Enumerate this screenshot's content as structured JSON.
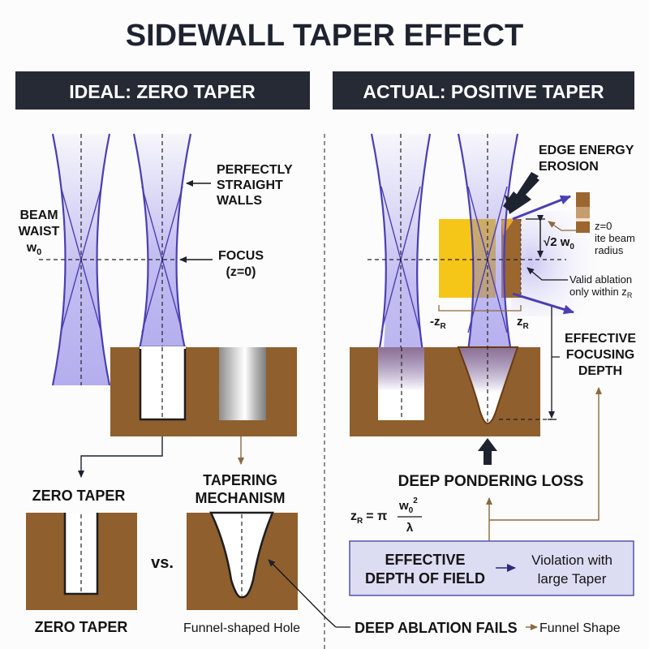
{
  "title": "SIDEWALL TAPER EFFECT",
  "colors": {
    "header_bg": "#252a35",
    "header_text": "#ffffff",
    "material": "#8f5f2e",
    "beam": "#4b3fb3",
    "beam_fill": "#8a80e6",
    "yellow": "#f5c518",
    "box_bg": "#dcdcf3",
    "box_border": "#5555aa",
    "brown_arrow": "#8a6a3f",
    "dark_arrow": "#252a35"
  },
  "left_panel": {
    "header": "IDEAL: ZERO TAPER",
    "beam_waist_label": [
      "BEAM",
      "WAIST"
    ],
    "w0_label": "w",
    "w0_sub": "0",
    "walls_label": [
      "PERFECTLY",
      "STRAIGHT",
      "WALLS"
    ],
    "focus_label": [
      "FOCUS",
      "(z=0)"
    ],
    "zero_taper_heading": "ZERO TAPER",
    "tapering_heading": [
      "TAPERING",
      "MECHANISM"
    ],
    "vs_label": "vs.",
    "zero_taper_caption": "ZERO TAPER",
    "funnel_caption": "Funnel-shaped Hole"
  },
  "right_panel": {
    "header": "ACTUAL: POSITIVE TAPER",
    "edge_energy_label": [
      "EDGE ENERGY",
      "EROSION"
    ],
    "sqrt_label": "√2 w",
    "sqrt_sub": "0",
    "z0_label": [
      "z=0",
      "ite beam",
      "radius"
    ],
    "valid_ablation_label": [
      "Valid ablation",
      "only within z"
    ],
    "valid_ablation_sub": "R",
    "neg_zr_label": "-z",
    "zr_label": "z",
    "zr_sub": "R",
    "effective_focusing_label": [
      "EFFECTIVE",
      "FOCUSING",
      "DEPTH"
    ],
    "deep_pondering_label": "DEEP PONDERING LOSS",
    "formula": {
      "lhs": "z",
      "lhs_sub": "R",
      "eq": "= π",
      "num": "w",
      "num_sub": "0",
      "num_sup": "2",
      "den": "λ"
    },
    "dof_box": {
      "left": [
        "EFFECTIVE",
        "DEPTH OF FIELD"
      ],
      "right": [
        "Violation with",
        "large Taper"
      ]
    },
    "deep_ablation_label": "DEEP ABLATION FAILS",
    "funnel_shape_label": "Funnel Shape"
  }
}
